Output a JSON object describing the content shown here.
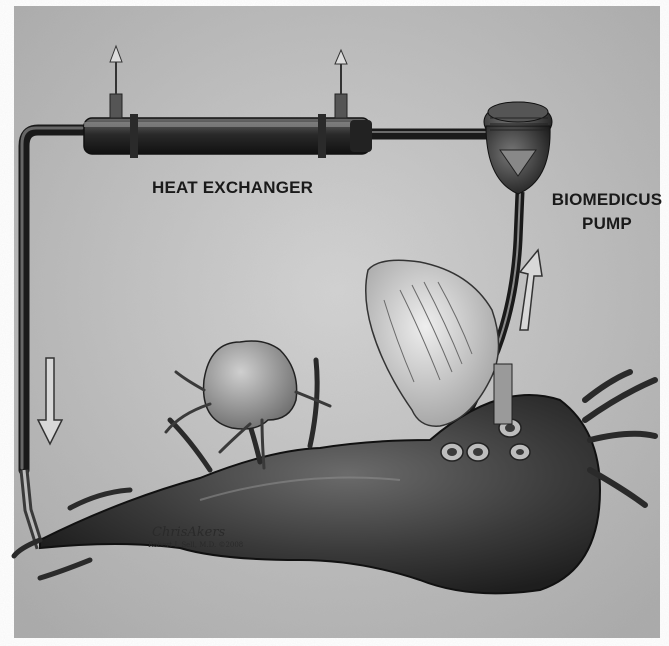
{
  "labels": {
    "heat_exchanger": "HEAT EXCHANGER",
    "pump_line1": "BIOMEDICUS",
    "pump_line2": "PUMP"
  },
  "signature": {
    "name": "ChrisAkers",
    "credit": "Robert L Sell, M.D. ©2008"
  },
  "colors": {
    "background": "#bdbdbd",
    "organ_dark": "#3a3a3a",
    "tubing": "#2b2b2b",
    "heart": "#d9d9d9"
  }
}
